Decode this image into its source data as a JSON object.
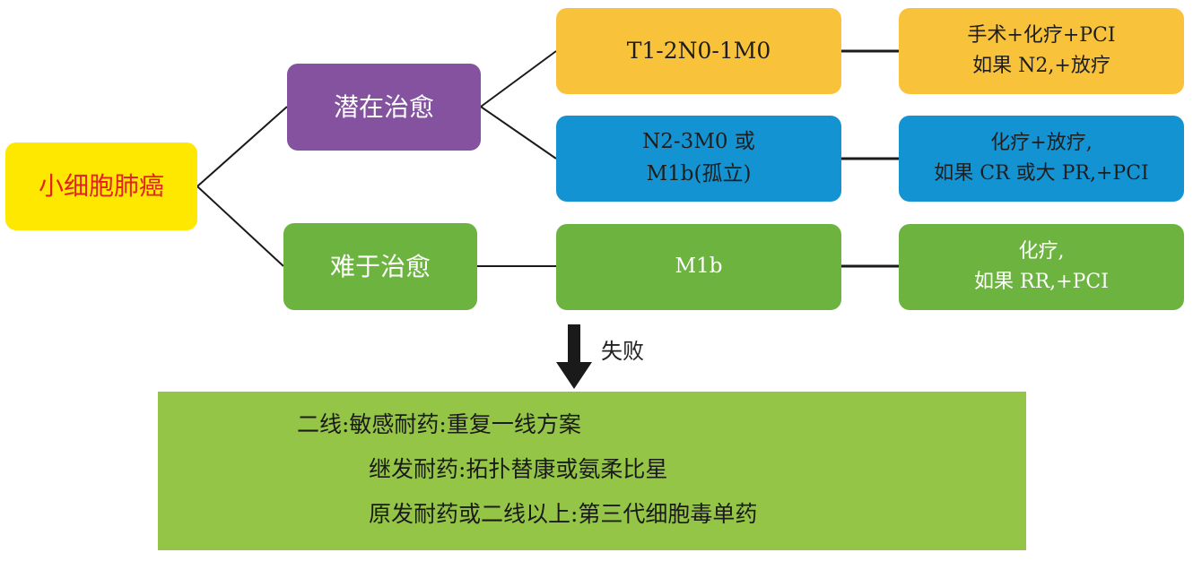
{
  "root": {
    "label": "小细胞肺癌"
  },
  "branches": {
    "curable": {
      "label": "潜在治愈"
    },
    "hard": {
      "label": "难于治愈"
    }
  },
  "stages": {
    "a": {
      "line1": "T1-2N0-1M0"
    },
    "b": {
      "line1": "N2-3M0 或",
      "line2": "M1b(孤立)"
    },
    "c": {
      "line1": "M1b"
    }
  },
  "treatments": {
    "a": {
      "line1": "手术+化疗+PCI",
      "line2": "如果 N2,+放疗"
    },
    "b": {
      "line1": "化疗+放疗,",
      "line2": "如果 CR 或大 PR,+PCI"
    },
    "c": {
      "line1": "化疗,",
      "line2": "如果 RR,+PCI"
    }
  },
  "failure": {
    "label": "失败"
  },
  "second_line": {
    "line1": "二线:敏感耐药:重复一线方案",
    "line2": "继发耐药:拓扑替康或氨柔比星",
    "line3": "原发耐药或二线以上:第三代细胞毒单药"
  },
  "colors": {
    "root_fill": "#ffe800",
    "root_text": "#e3241b",
    "curable_fill": "#84529f",
    "hard_fill": "#6db33f",
    "stage_a_fill": "#f8c23a",
    "stage_b_fill": "#1493d2",
    "second_line_fill": "#95c546",
    "arrow": "#1a1a1a"
  }
}
